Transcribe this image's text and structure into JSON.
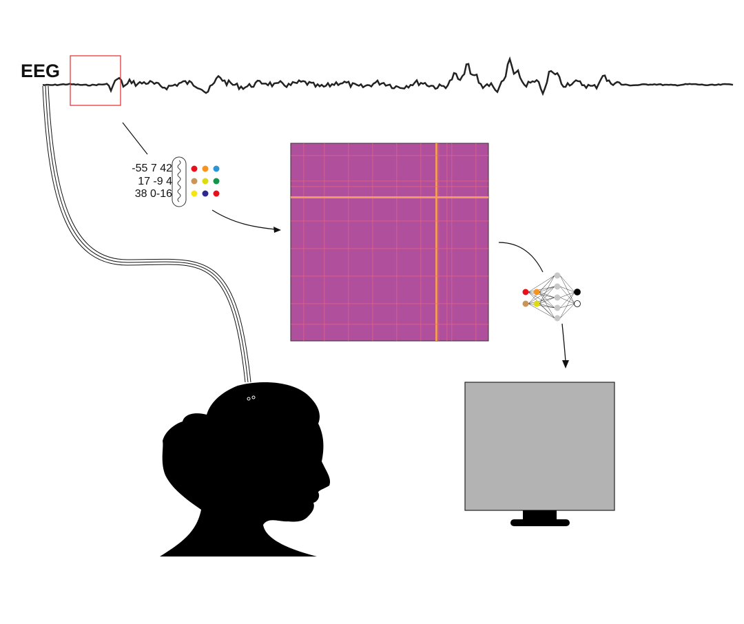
{
  "eeg_label": "EEG",
  "feature_matrix": {
    "rows": [
      "-55 7 42",
      "17 -9 4",
      "38  0-16"
    ],
    "dot_colors": [
      [
        "#e8101b",
        "#f7931e",
        "#2b95d6"
      ],
      [
        "#c8955a",
        "#dcdc10",
        "#10964a"
      ],
      [
        "#f5e612",
        "#2e2a8c",
        "#e8101b"
      ]
    ]
  },
  "colors": {
    "matrix_base": "#b04f9c",
    "matrix_line": "#e8658a",
    "matrix_bright": "#f5a25a",
    "selection_box": "#e8353a",
    "monitor_screen": "#b3b3b3"
  },
  "network": {
    "inputs": [
      "#e8101b",
      "#f7931e",
      "#c8955a",
      "#dcdc10"
    ],
    "outputs": [
      "filled",
      "empty"
    ]
  }
}
